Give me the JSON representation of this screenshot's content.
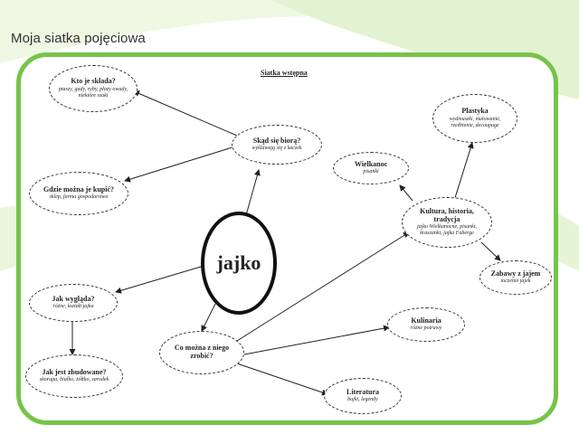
{
  "slide": {
    "title": "Moja siatka pojęciowa",
    "accent_color": "#77c348"
  },
  "diagram": {
    "caption": "Siatka wstępna",
    "center": {
      "label": "jajko"
    },
    "nodes": [
      {
        "id": "kto",
        "title": "Kto je składa?",
        "sub": "ptaszy, gady, ryby, płazy owady, niektóre ssaki"
      },
      {
        "id": "skad",
        "title": "Skąd się biorą?",
        "sub": "wykluwają się z kaczek"
      },
      {
        "id": "gdzie",
        "title": "Gdzie można je kupić?",
        "sub": "sklep, farma gospodarstwo"
      },
      {
        "id": "wygląd",
        "title": "Jak wygląda?",
        "sub": "różne, kształt jajka"
      },
      {
        "id": "zbud",
        "title": "Jak jest zbudowane?",
        "sub": "skorupa, białko, żółtko, zarodek"
      },
      {
        "id": "zrobic",
        "title": "Co można z niego zrobić?",
        "sub": ""
      },
      {
        "id": "literatura",
        "title": "Literatura",
        "sub": "bajki, legendy"
      },
      {
        "id": "kulinaria",
        "title": "Kulinaria",
        "sub": "różne potrawy"
      },
      {
        "id": "kultura",
        "title": "Kultura, historia, tradycja",
        "sub": "jajko Wielkanocne, pisanki, kraszanki, jajka Faberge"
      },
      {
        "id": "wielkanoc",
        "title": "Wielkanoc",
        "sub": "pisanki"
      },
      {
        "id": "plastyka",
        "title": "Plastyka",
        "sub": "wydmuszki, malowanie, rzeźbienie, decoupage"
      },
      {
        "id": "zabawy",
        "title": "Zabawy z jajem",
        "sub": "toczenie jajek"
      }
    ]
  }
}
